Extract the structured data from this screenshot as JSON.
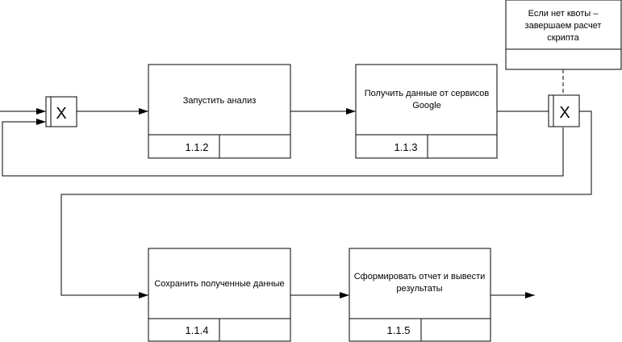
{
  "boxes": [
    {
      "title": "Запустить анализ",
      "number": "1.1.2"
    },
    {
      "title_line1": "Получить данные от сервисов",
      "title_line2": "Google",
      "number": "1.1.3"
    },
    {
      "title": "Сохранить полученные данные",
      "number": "1.1.4"
    },
    {
      "title_line1": "Сформировать отчет и вывести",
      "title_line2": "результаты",
      "number": "1.1.5"
    }
  ],
  "junctions": [
    {
      "symbol": "X"
    },
    {
      "symbol": "X"
    }
  ],
  "note": {
    "line1": "Если нет квоты –",
    "line2": "завершаем расчет",
    "line3": "скрипта"
  }
}
